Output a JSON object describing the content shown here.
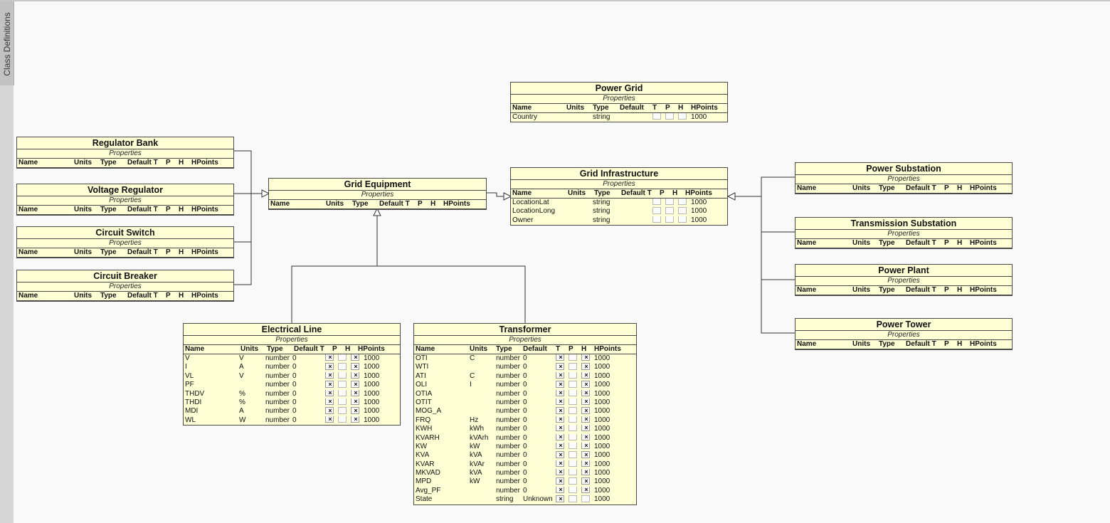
{
  "sidebar": {
    "tab_label": "Class Definitions"
  },
  "colors": {
    "box_fill": "#ffffd6",
    "box_border": "#4a4a4a",
    "connector": "#333333",
    "canvas": "#f9f9f9"
  },
  "common": {
    "subtitle": "Properties",
    "headers": [
      "Name",
      "Units",
      "Type",
      "Default",
      "T",
      "P",
      "H",
      "HPoints"
    ],
    "headers_combined": [
      "Name",
      "Units",
      "Type",
      "Default T",
      "P",
      "H",
      "HPoints"
    ]
  },
  "classes": {
    "power_grid": {
      "title": "Power Grid",
      "rows": [
        {
          "name": "Country",
          "units": "",
          "type": "string",
          "default": "",
          "t": false,
          "p": false,
          "h": false,
          "hpoints": "1000"
        }
      ]
    },
    "regulator_bank": {
      "title": "Regulator Bank",
      "rows": []
    },
    "voltage_regulator": {
      "title": "Voltage Regulator",
      "rows": []
    },
    "circuit_switch": {
      "title": "Circuit Switch",
      "rows": []
    },
    "circuit_breaker": {
      "title": "Circuit Breaker",
      "rows": []
    },
    "grid_equipment": {
      "title": "Grid Equipment",
      "rows": []
    },
    "grid_infrastructure": {
      "title": "Grid Infrastructure",
      "rows": [
        {
          "name": "LocationLat",
          "units": "",
          "type": "string",
          "default": "",
          "t": false,
          "p": false,
          "h": false,
          "hpoints": "1000"
        },
        {
          "name": "LocationLong",
          "units": "",
          "type": "string",
          "default": "",
          "t": false,
          "p": false,
          "h": false,
          "hpoints": "1000"
        },
        {
          "name": "Owner",
          "units": "",
          "type": "string",
          "default": "",
          "t": false,
          "p": false,
          "h": false,
          "hpoints": "1000"
        }
      ]
    },
    "power_substation": {
      "title": "Power Substation",
      "rows": []
    },
    "transmission_substation": {
      "title": "Transmission Substation",
      "rows": []
    },
    "power_plant": {
      "title": "Power Plant",
      "rows": []
    },
    "power_tower": {
      "title": "Power Tower",
      "rows": []
    },
    "electrical_line": {
      "title": "Electrical Line",
      "rows": [
        {
          "name": "V",
          "units": "V",
          "type": "number",
          "default": "0",
          "t": true,
          "p": false,
          "h": true,
          "hpoints": "1000"
        },
        {
          "name": "I",
          "units": "A",
          "type": "number",
          "default": "0",
          "t": true,
          "p": false,
          "h": true,
          "hpoints": "1000"
        },
        {
          "name": "VL",
          "units": "V",
          "type": "number",
          "default": "0",
          "t": true,
          "p": false,
          "h": true,
          "hpoints": "1000"
        },
        {
          "name": "PF",
          "units": "",
          "type": "number",
          "default": "0",
          "t": true,
          "p": false,
          "h": true,
          "hpoints": "1000"
        },
        {
          "name": "THDV",
          "units": "%",
          "type": "number",
          "default": "0",
          "t": true,
          "p": false,
          "h": true,
          "hpoints": "1000"
        },
        {
          "name": "THDI",
          "units": "%",
          "type": "number",
          "default": "0",
          "t": true,
          "p": false,
          "h": true,
          "hpoints": "1000"
        },
        {
          "name": "MDI",
          "units": "A",
          "type": "number",
          "default": "0",
          "t": true,
          "p": false,
          "h": true,
          "hpoints": "1000"
        },
        {
          "name": "WL",
          "units": "W",
          "type": "number",
          "default": "0",
          "t": true,
          "p": false,
          "h": true,
          "hpoints": "1000"
        }
      ]
    },
    "transformer": {
      "title": "Transformer",
      "rows": [
        {
          "name": "OTI",
          "units": "C",
          "type": "number",
          "default": "0",
          "t": true,
          "p": false,
          "h": true,
          "hpoints": "1000"
        },
        {
          "name": "WTI",
          "units": "",
          "type": "number",
          "default": "0",
          "t": true,
          "p": false,
          "h": true,
          "hpoints": "1000"
        },
        {
          "name": "ATI",
          "units": "C",
          "type": "number",
          "default": "0",
          "t": true,
          "p": false,
          "h": true,
          "hpoints": "1000"
        },
        {
          "name": "OLI",
          "units": "I",
          "type": "number",
          "default": "0",
          "t": true,
          "p": false,
          "h": true,
          "hpoints": "1000"
        },
        {
          "name": "OTIA",
          "units": "",
          "type": "number",
          "default": "0",
          "t": true,
          "p": false,
          "h": true,
          "hpoints": "1000"
        },
        {
          "name": "OTIT",
          "units": "",
          "type": "number",
          "default": "0",
          "t": true,
          "p": false,
          "h": true,
          "hpoints": "1000"
        },
        {
          "name": "MOG_A",
          "units": "",
          "type": "number",
          "default": "0",
          "t": true,
          "p": false,
          "h": true,
          "hpoints": "1000"
        },
        {
          "name": "FRQ",
          "units": "Hz",
          "type": "number",
          "default": "0",
          "t": true,
          "p": false,
          "h": true,
          "hpoints": "1000"
        },
        {
          "name": "KWH",
          "units": "kWh",
          "type": "number",
          "default": "0",
          "t": true,
          "p": false,
          "h": true,
          "hpoints": "1000"
        },
        {
          "name": "KVARH",
          "units": "kVArh",
          "type": "number",
          "default": "0",
          "t": true,
          "p": false,
          "h": true,
          "hpoints": "1000"
        },
        {
          "name": "KW",
          "units": "kW",
          "type": "number",
          "default": "0",
          "t": true,
          "p": false,
          "h": true,
          "hpoints": "1000"
        },
        {
          "name": "KVA",
          "units": "kVA",
          "type": "number",
          "default": "0",
          "t": true,
          "p": false,
          "h": true,
          "hpoints": "1000"
        },
        {
          "name": "KVAR",
          "units": "kVAr",
          "type": "number",
          "default": "0",
          "t": true,
          "p": false,
          "h": true,
          "hpoints": "1000"
        },
        {
          "name": "MKVAD",
          "units": "kVA",
          "type": "number",
          "default": "0",
          "t": true,
          "p": false,
          "h": true,
          "hpoints": "1000"
        },
        {
          "name": "MPD",
          "units": "kW",
          "type": "number",
          "default": "0",
          "t": true,
          "p": false,
          "h": true,
          "hpoints": "1000"
        },
        {
          "name": "Avg_PF",
          "units": "",
          "type": "number",
          "default": "0",
          "t": true,
          "p": false,
          "h": true,
          "hpoints": "1000"
        },
        {
          "name": "State",
          "units": "",
          "type": "string",
          "default": "Unknown",
          "t": true,
          "p": false,
          "h": false,
          "hpoints": "1000"
        }
      ]
    }
  }
}
